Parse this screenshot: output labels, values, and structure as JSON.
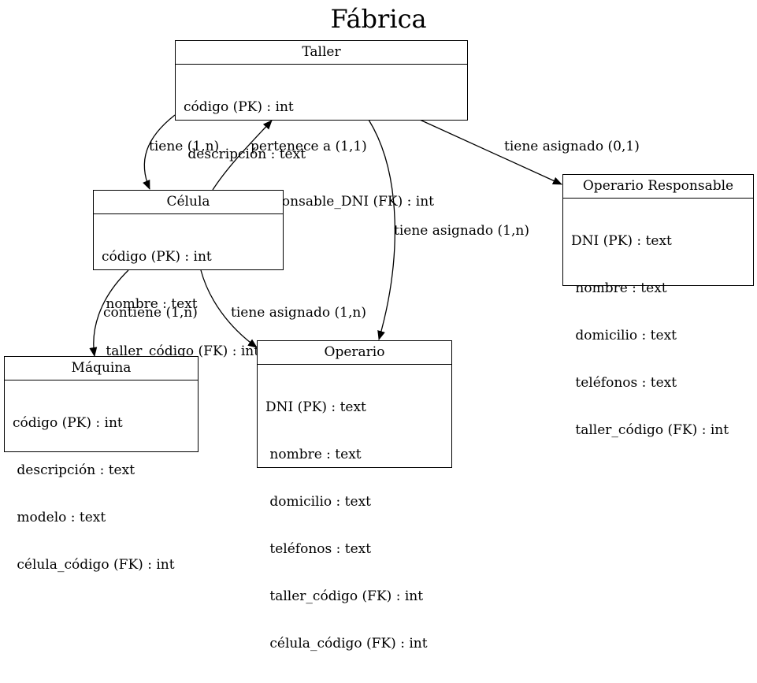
{
  "title": "Fábrica",
  "entities": {
    "taller": {
      "name": "Taller",
      "attributes": [
        "código (PK) : int",
        " descripción : text",
        " operario_responsable_DNI (FK) : int"
      ]
    },
    "celula": {
      "name": "Célula",
      "attributes": [
        "código (PK) : int",
        " nombre : text",
        " taller_código (FK) : int"
      ]
    },
    "operario_responsable": {
      "name": "Operario Responsable",
      "attributes": [
        "DNI (PK) : text",
        " nombre : text",
        " domicilio : text",
        " teléfonos : text",
        " taller_código (FK) : int"
      ]
    },
    "maquina": {
      "name": "Máquina",
      "attributes": [
        "código (PK) : int",
        " descripción : text",
        " modelo : text",
        " célula_código (FK) : int"
      ]
    },
    "operario": {
      "name": "Operario",
      "attributes": [
        "DNI (PK) : text",
        " nombre : text",
        " domicilio : text",
        " teléfonos : text",
        " taller_código (FK) : int",
        " célula_código (FK) : int"
      ]
    }
  },
  "relationships": [
    {
      "from": "Taller",
      "to": "Célula",
      "label": "tiene (1,n)"
    },
    {
      "from": "Célula",
      "to": "Taller",
      "label": "pertenece a (1,1)"
    },
    {
      "from": "Taller",
      "to": "Operario Responsable",
      "label": "tiene asignado (0,1)"
    },
    {
      "from": "Taller",
      "to": "Operario",
      "label": "tiene asignado (1,n)"
    },
    {
      "from": "Célula",
      "to": "Máquina",
      "label": "contiene (1,n)"
    },
    {
      "from": "Célula",
      "to": "Operario",
      "label": "tiene asignado (1,n)"
    }
  ]
}
